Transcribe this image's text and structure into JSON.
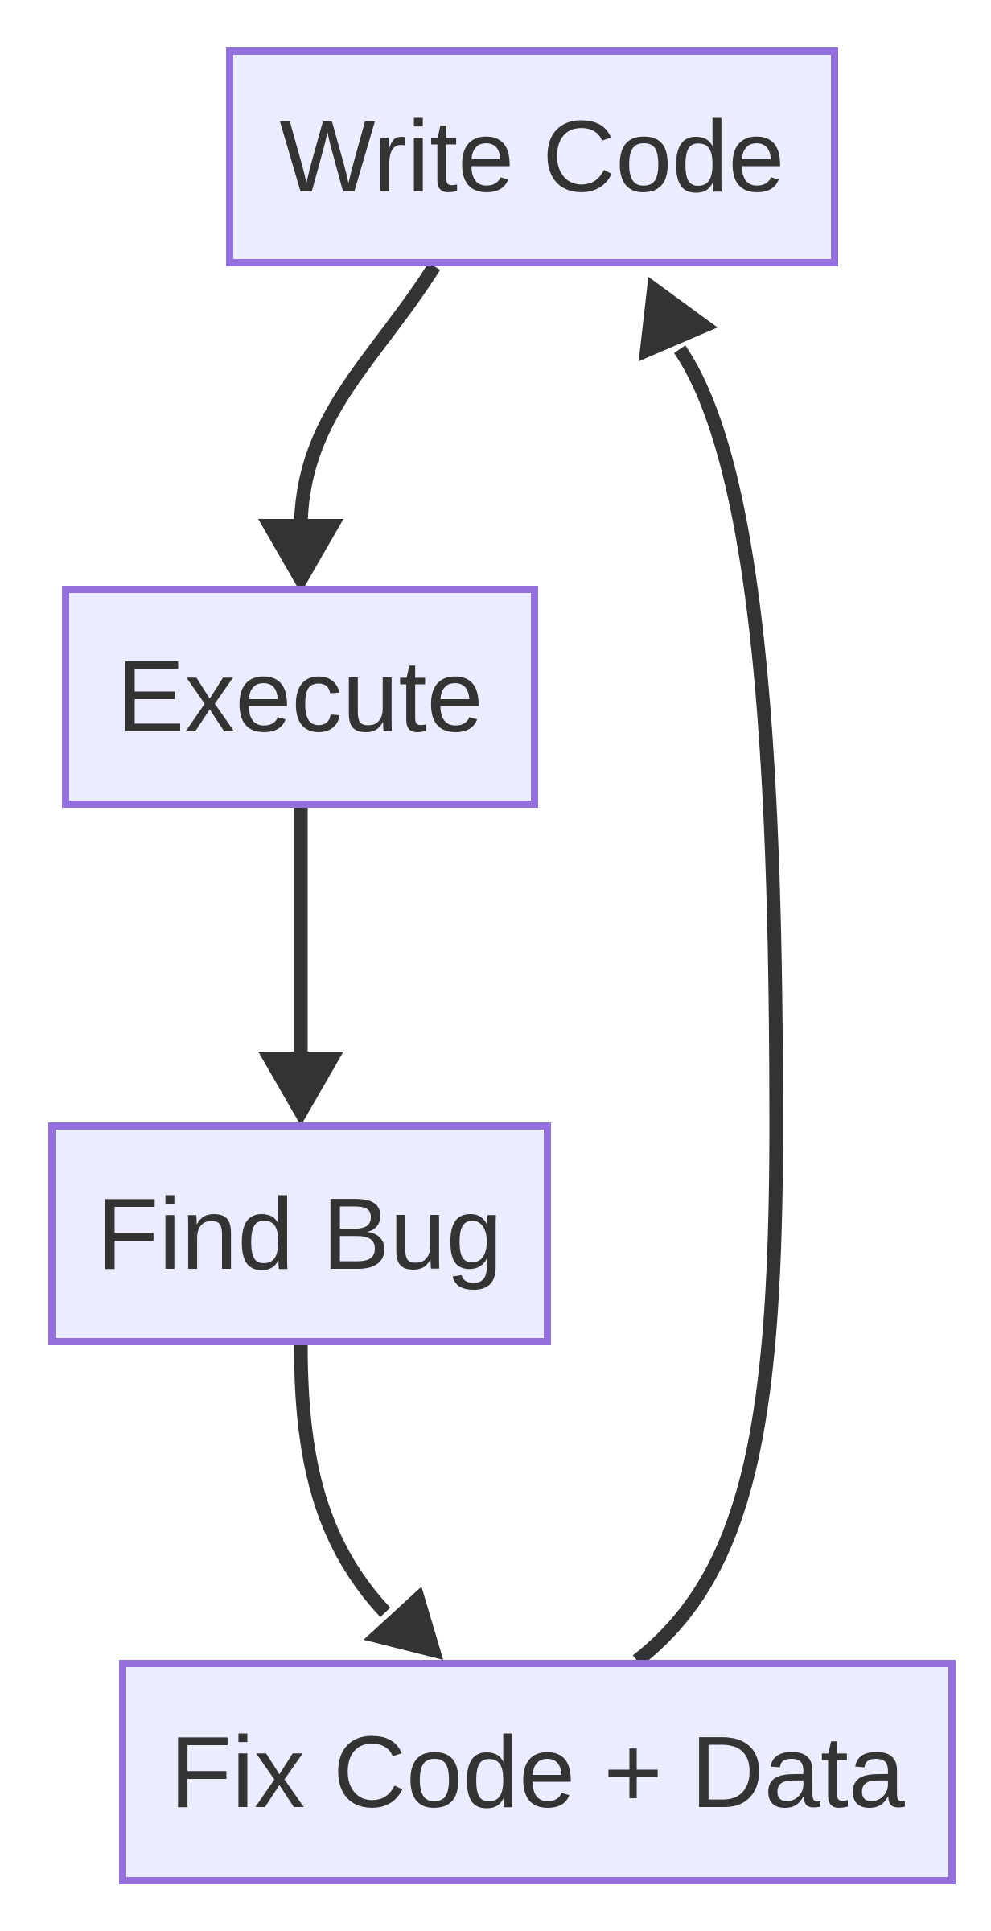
{
  "diagram": {
    "type": "flowchart",
    "direction": "top-down",
    "nodes": [
      {
        "id": "write-code",
        "label": "Write Code"
      },
      {
        "id": "execute",
        "label": "Execute"
      },
      {
        "id": "find-bug",
        "label": "Find Bug"
      },
      {
        "id": "fix-code-data",
        "label": "Fix Code + Data"
      }
    ],
    "edges": [
      {
        "from": "write-code",
        "to": "execute"
      },
      {
        "from": "execute",
        "to": "find-bug"
      },
      {
        "from": "find-bug",
        "to": "fix-code-data"
      },
      {
        "from": "fix-code-data",
        "to": "write-code"
      }
    ],
    "colors": {
      "node_fill": "#ECECFF",
      "node_border": "#9370DB",
      "edge_color": "#333333",
      "text_color": "#333333",
      "background": "#FFFFFF"
    }
  }
}
